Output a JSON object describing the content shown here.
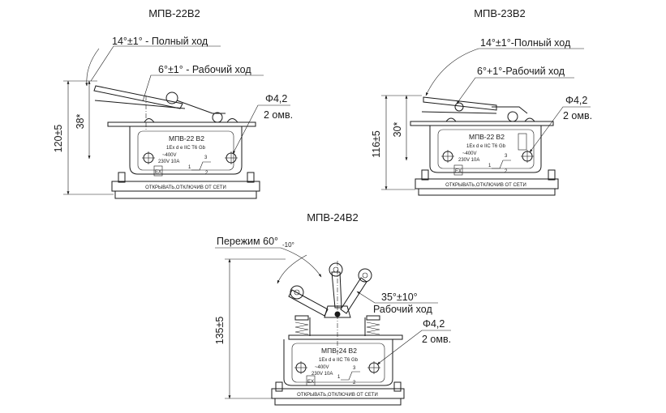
{
  "drawings": [
    {
      "id": "mpv22",
      "title": "МПВ-22В2",
      "full_travel": "14°±1° - Полный ход",
      "working_travel": "6°±1° - Рабочий ход",
      "height_dim": "120±5",
      "sub_dim": "38*",
      "hole": "Φ4,2",
      "hole_count": "2 омв.",
      "plate_model": "МПВ-22 В2",
      "plate_ex": "1Ex d e IIC T6 Gb",
      "plate_v1": "~400V",
      "plate_v2": "230V 10A",
      "warning": "ОТКРЫВАТЬ,ОТКЛЮЧИВ ОТ СЕТИ"
    },
    {
      "id": "mpv23",
      "title": "МПВ-23В2",
      "full_travel": "14°±1°-Полный ход",
      "working_travel": "6°+1°-Рабочий ход",
      "height_dim": "116±5",
      "sub_dim": "30*",
      "hole": "Φ4,2",
      "hole_count": "2 омв.",
      "plate_model": "МПВ-22 В2",
      "plate_ex": "1Ex d e IIC T6 Gb",
      "plate_v1": "~400V",
      "plate_v2": "230V 10A",
      "warning": "ОТКРЫВАТЬ,ОТКЛЮЧИВ ОТ СЕТИ"
    },
    {
      "id": "mpv24",
      "title": "МПВ-24В2",
      "full_travel": "Пережим 60°",
      "full_travel_tol": "-10°",
      "working_travel_1": "35°±10°",
      "working_travel_2": "Рабочий ход",
      "height_dim": "135±5",
      "hole": "Φ4,2",
      "hole_count": "2 омв.",
      "plate_model": "МПВ-24 В2",
      "plate_ex": "1Ex d e IIC T6 Gb",
      "plate_v1": "~400V",
      "plate_v2": "230V 10A",
      "warning": "ОТКРЫВАТЬ,ОТКЛЮЧИВ ОТ СЕТИ"
    }
  ],
  "terminals": [
    "3",
    "1",
    "2"
  ],
  "ex_mark": "EX"
}
